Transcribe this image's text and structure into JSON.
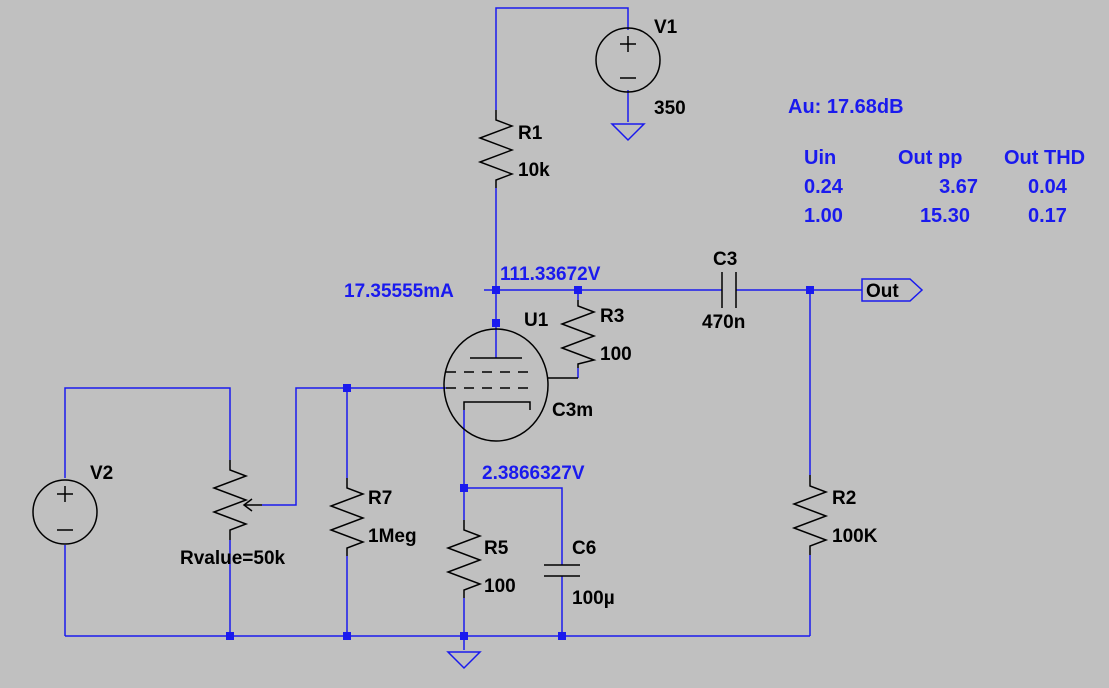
{
  "components": {
    "v1": {
      "name": "V1",
      "value": "350"
    },
    "v2": {
      "name": "V2"
    },
    "r1": {
      "name": "R1",
      "value": "10k"
    },
    "r2": {
      "name": "R2",
      "value": "100K"
    },
    "r3": {
      "name": "R3",
      "value": "100"
    },
    "r5": {
      "name": "R5",
      "value": "100"
    },
    "r7": {
      "name": "R7",
      "value": "1Meg"
    },
    "pot": {
      "value": "Rvalue=50k"
    },
    "c3": {
      "name": "C3",
      "value": "470n"
    },
    "c6": {
      "name": "C6",
      "value": "100µ"
    },
    "u1": {
      "name": "U1",
      "model": "C3m"
    }
  },
  "net_labels": {
    "out": "Out"
  },
  "operating_point": {
    "plate_current": "17.35555mA",
    "plate_voltage": "111.33672V",
    "cathode_voltage": "2.3866327V"
  },
  "measurements": {
    "gain": "Au: 17.68dB",
    "headers": [
      "Uin",
      "Out pp",
      "Out THD"
    ],
    "rows": [
      [
        "0.24",
        "3.67",
        "0.04"
      ],
      [
        "1.00",
        "15.30",
        "0.17"
      ]
    ]
  }
}
